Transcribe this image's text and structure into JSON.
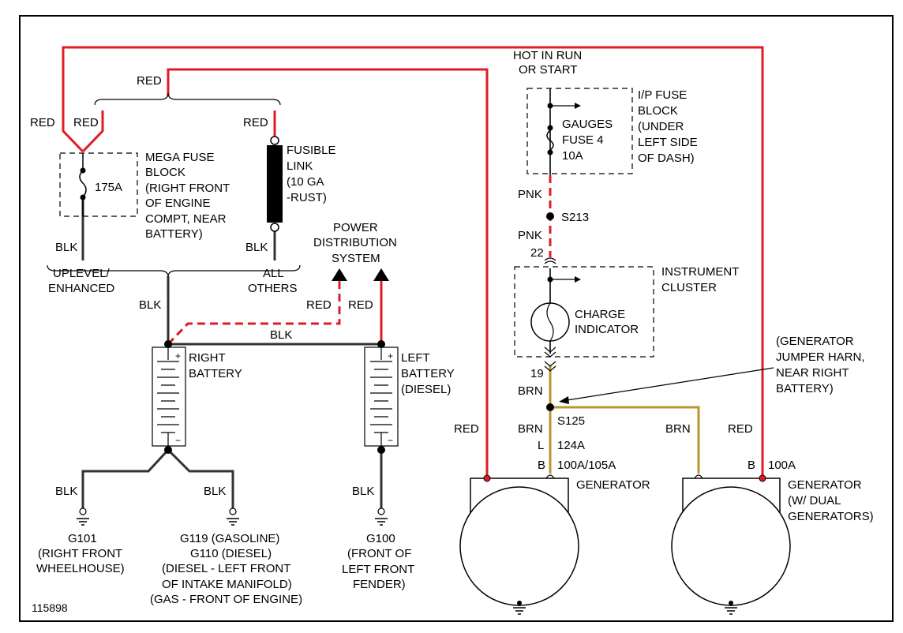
{
  "diagram_id": "115898",
  "wires": {
    "red": "RED",
    "blk": "BLK",
    "pnk": "PNK",
    "brn": "BRN"
  },
  "power_source": {
    "line1": "HOT IN RUN",
    "line2": "OR START"
  },
  "ip_fuse_block": {
    "lines": [
      "I/P FUSE",
      "BLOCK",
      "(UNDER",
      "LEFT SIDE",
      "OF DASH)"
    ],
    "fuse_lines": [
      "GAUGES",
      "FUSE 4",
      "10A"
    ]
  },
  "mega_fuse": {
    "rating": "175A",
    "lines": [
      "MEGA FUSE",
      "BLOCK",
      "(RIGHT FRONT",
      "OF ENGINE",
      "COMPT, NEAR",
      "BATTERY)"
    ]
  },
  "fusible_link": {
    "lines": [
      "FUSIBLE",
      "LINK",
      "(10 GA",
      "-RUST)"
    ]
  },
  "variants": {
    "uplevel_1": "UPLEVEL/",
    "uplevel_2": "ENHANCED",
    "others_1": "ALL",
    "others_2": "OTHERS"
  },
  "power_dist": {
    "lines": [
      "POWER",
      "DISTRIBUTION",
      "SYSTEM"
    ]
  },
  "splices": {
    "s213": "S213",
    "s125": "S125"
  },
  "pins": {
    "p22": "22",
    "p19": "19",
    "L": "L",
    "circuit_124a": "124A",
    "B1": "B",
    "circuit_100a_105a": "100A/105A",
    "B2": "B",
    "circuit_100a": "100A"
  },
  "instrument_cluster": {
    "lines": [
      "INSTRUMENT",
      "CLUSTER"
    ],
    "indicator_lines": [
      "CHARGE",
      "INDICATOR"
    ]
  },
  "jumper_note": {
    "lines": [
      "(GENERATOR",
      "JUMPER HARN,",
      "NEAR RIGHT",
      "BATTERY)"
    ]
  },
  "right_battery": {
    "lines": [
      "RIGHT",
      "BATTERY"
    ]
  },
  "left_battery": {
    "lines": [
      "LEFT",
      "BATTERY",
      "(DIESEL)"
    ]
  },
  "grounds": {
    "g101": [
      "G101",
      "(RIGHT FRONT",
      "WHEELHOUSE)"
    ],
    "g119": [
      "G119 (GASOLINE)",
      "G110 (DIESEL)",
      "(DIESEL - LEFT FRONT",
      "OF INTAKE MANIFOLD)",
      "(GAS - FRONT OF ENGINE)"
    ],
    "g100": [
      "G100",
      "(FRONT OF",
      "LEFT FRONT",
      "FENDER)"
    ]
  },
  "generator1": {
    "label": "GENERATOR"
  },
  "generator2": {
    "lines": [
      "GENERATOR",
      "(W/ DUAL",
      "GENERATORS)"
    ]
  },
  "battery_symbols": {
    "plus": "+",
    "minus": "−"
  }
}
